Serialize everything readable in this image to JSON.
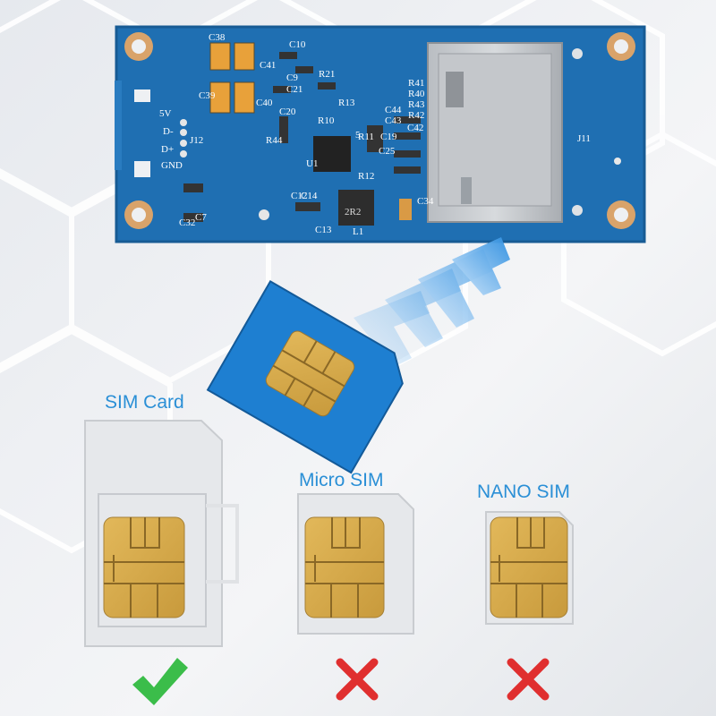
{
  "board": {
    "silk": {
      "c10": "C10",
      "c38": "C38",
      "c41": "C41",
      "r21": "R21",
      "c9": "C9",
      "c21": "C21",
      "c39": "C39",
      "c40": "C40",
      "r13": "R13",
      "r10": "R10",
      "c20": "C20",
      "r44": "R44",
      "v5": "5V",
      "dm": "D-",
      "dp": "D+",
      "gnd": "GND",
      "j12": "J12",
      "r41": "R41",
      "r40": "R40",
      "r43": "R43",
      "r42": "R42",
      "c44": "C44",
      "c43": "C43",
      "c42": "C42",
      "c19": "C19",
      "c25": "C25",
      "r11": "R11",
      "r12": "R12",
      "u1": "U1",
      "c12": "C12",
      "c14": "C14",
      "c13": "C13",
      "c32": "C32",
      "c7": "C7",
      "c34": "C34",
      "j11": "J11",
      "inductor": "2R2",
      "l1": "L1",
      "d1": "5"
    }
  },
  "cards": {
    "sim_label": "SIM Card",
    "micro_label": "Micro SIM",
    "nano_label": "NANO SIM"
  },
  "colors": {
    "pcb": "#1f6fb2",
    "label": "#2a8fd6",
    "check": "#3bbd4a",
    "cross": "#e02f2f",
    "chip": "#d4a64a"
  }
}
